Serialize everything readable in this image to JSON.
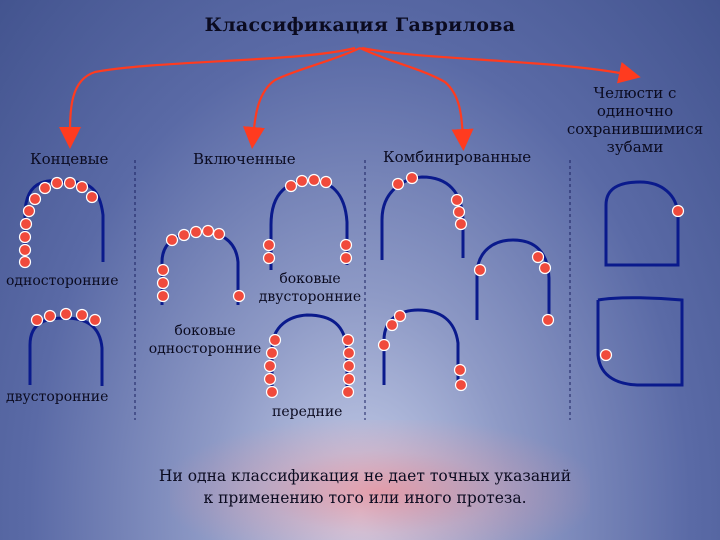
{
  "title": "Классификация Гаврилова",
  "categories": {
    "end": "Концевые",
    "included": "Включенные",
    "combined": "Комбинированные",
    "single": [
      "Челюсти с",
      "одиночно",
      "сохранившимися",
      "зубами"
    ]
  },
  "subtypes": {
    "unilateral": "односторонние",
    "bilateral": "двусторонние",
    "lateral_bilateral": [
      "боковые",
      "двусторонние"
    ],
    "lateral_unilateral": [
      "боковые",
      "односторонние"
    ],
    "anterior": "передние"
  },
  "footer": [
    "Ни одна классификация не дает точных указаний",
    "к применению того или иного протеза."
  ],
  "colors": {
    "arch": "#0a1a8c",
    "tooth": "#f04a3c",
    "arrow": "#ff3b1f"
  }
}
